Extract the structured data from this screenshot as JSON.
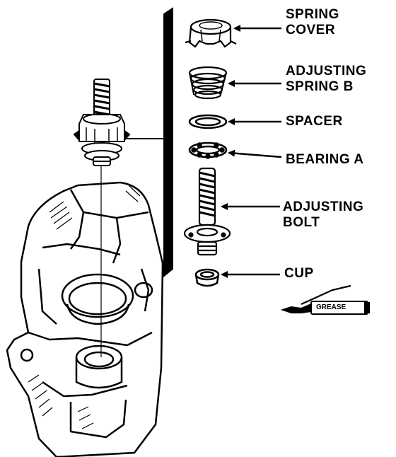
{
  "labels": {
    "spring_cover": [
      "SPRING",
      "COVER"
    ],
    "adjusting_spring_b": [
      "ADJUSTING",
      "SPRING B"
    ],
    "spacer": "SPACER",
    "bearing_a": "BEARING A",
    "adjusting_bolt": [
      "ADJUSTING",
      "BOLT"
    ],
    "cup": "CUP",
    "grease": "GREASE"
  },
  "colors": {
    "ink": "#000000",
    "paper": "#ffffff"
  }
}
